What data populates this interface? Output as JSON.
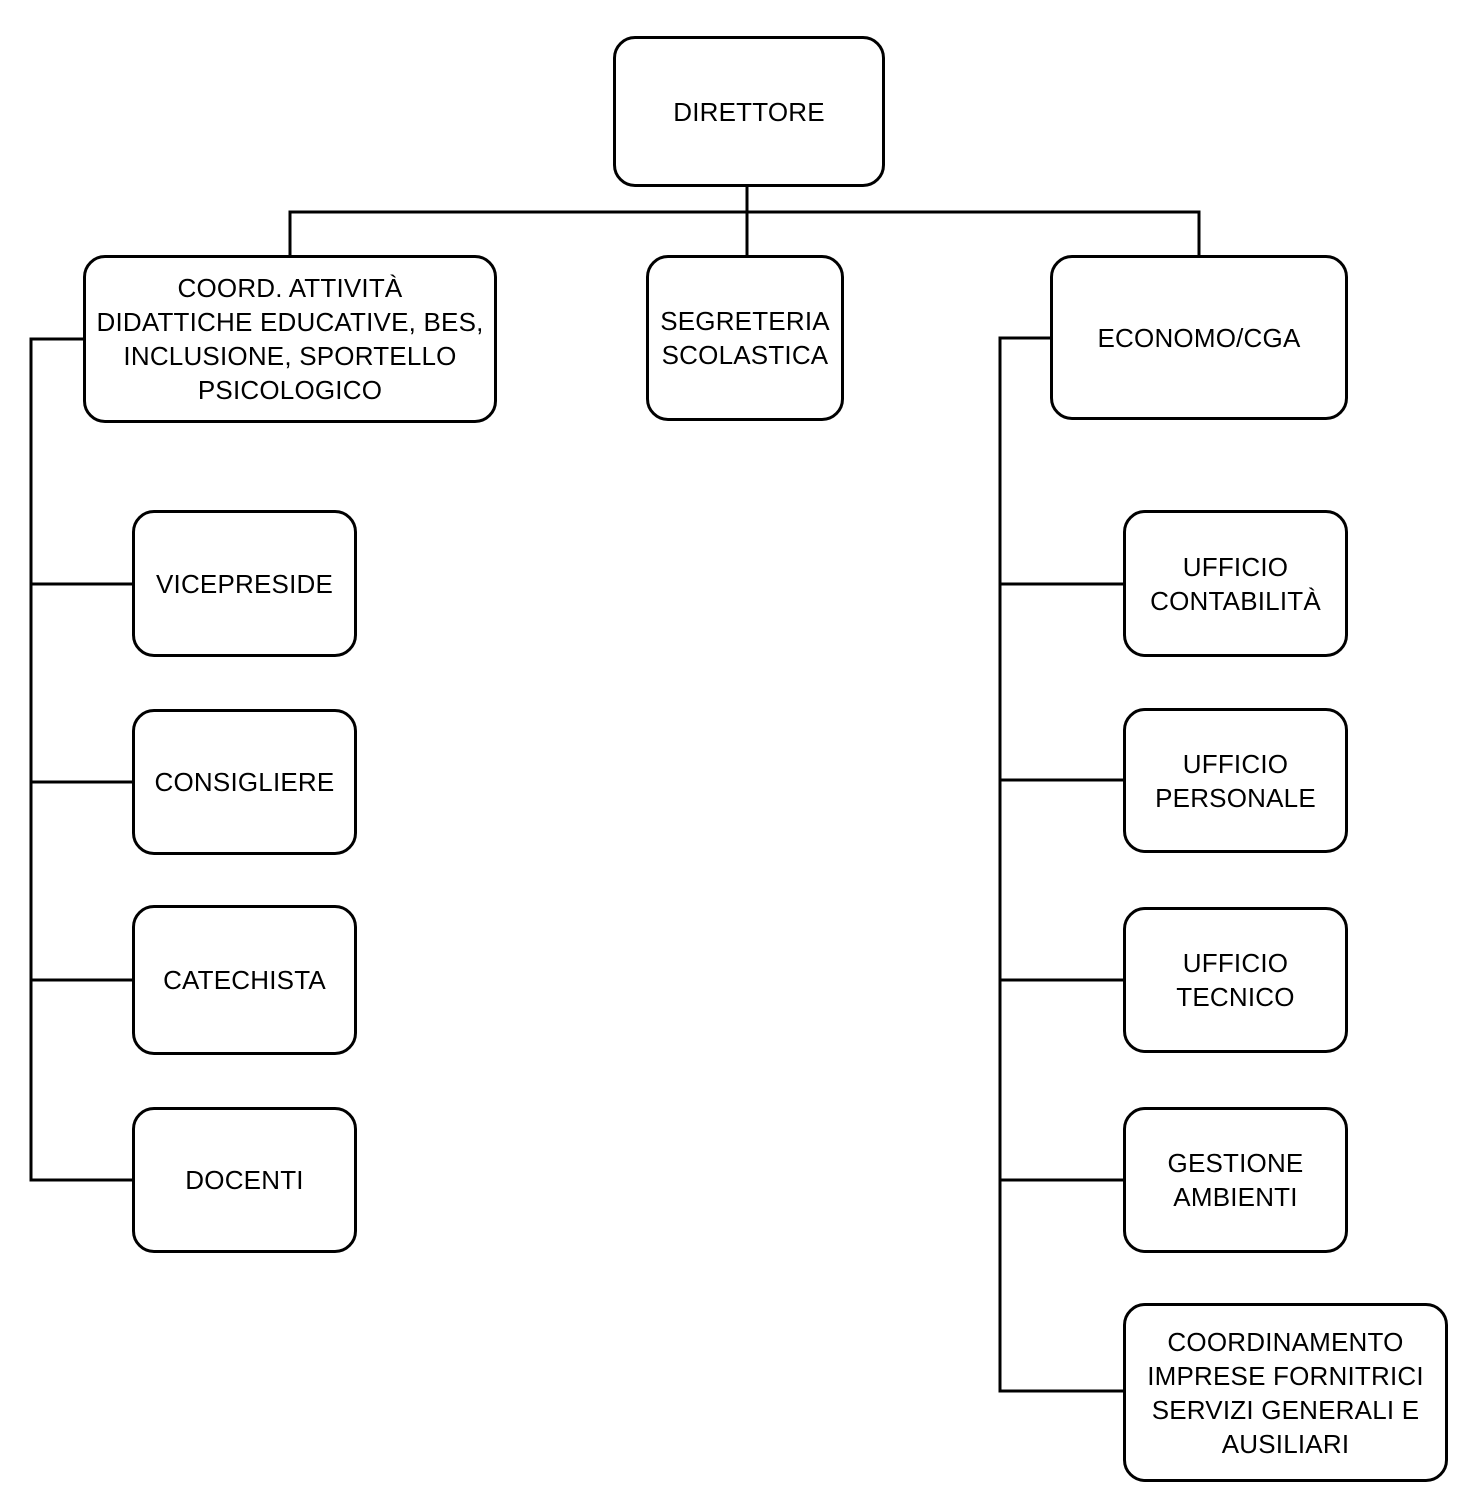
{
  "diagram": {
    "type": "org-chart",
    "colors": {
      "box_border": "#000000",
      "connector": "#000000",
      "text": "#000000",
      "background": "#ffffff"
    }
  },
  "nodes": {
    "direttore": "DIRETTORE",
    "coord": "COORD. ATTIVITÀ\nDIDATTICHE EDUCATIVE, BES,\nINCLUSIONE, SPORTELLO\nPSICOLOGICO",
    "segreteria": "SEGRETERIA\nSCOLASTICA",
    "economo": "ECONOMO/CGA",
    "vicepreside": "VICEPRESIDE",
    "consigliere": "CONSIGLIERE",
    "catechista": "CATECHISTA",
    "docenti": "DOCENTI",
    "ufficio_contabilita": "UFFICIO\nCONTABILITÀ",
    "ufficio_personale": "UFFICIO\nPERSONALE",
    "ufficio_tecnico": "UFFICIO\nTECNICO",
    "gestione_ambienti": "GESTIONE\nAMBIENTI",
    "coordinamento": "COORDINAMENTO\nIMPRESE FORNITRICI\nSERVIZI GENERALI E\nAUSILIARI"
  },
  "hierarchy": {
    "root": "direttore",
    "children": {
      "direttore": [
        "coord",
        "segreteria",
        "economo"
      ],
      "coord": [
        "vicepreside",
        "consigliere",
        "catechista",
        "docenti"
      ],
      "economo": [
        "ufficio_contabilita",
        "ufficio_personale",
        "ufficio_tecnico",
        "gestione_ambienti",
        "coordinamento"
      ]
    }
  }
}
